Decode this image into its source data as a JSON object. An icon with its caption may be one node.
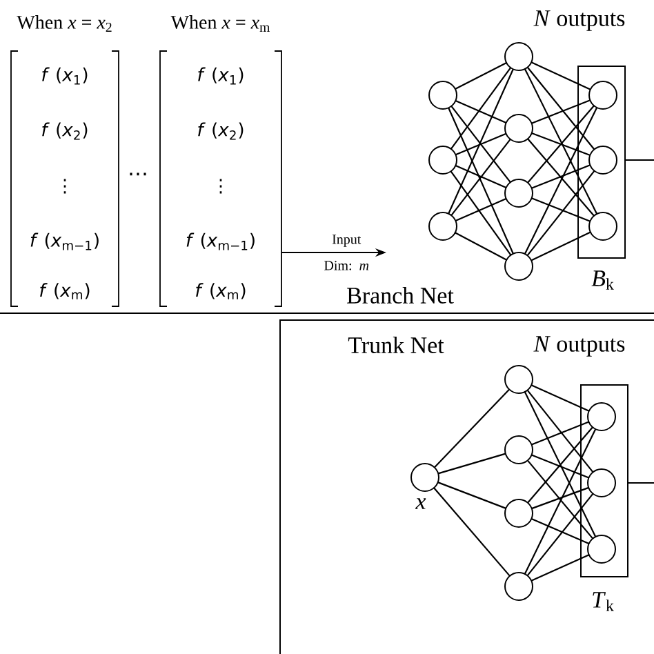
{
  "diagram": {
    "nodes": [
      {
        "text": [
          "When *x* = *x*$_{2}$",
          "*f* (*x*$_{1}$)",
          "*f* (*x*$_{2}$)",
          "⋮",
          "*f* (*x*$_{m−1}$)",
          "*f* (*x*$_{m}$)"
        ]
      },
      {
        "text": [
          "When *x* = *x*$_{m}$",
          "*f* (*x*$_{1}$)",
          "*f* (*x*$_{2}$)",
          "⋮",
          "*f* (*x*$_{m−1}$)",
          "*f* (*x*$_{m}$)"
        ]
      },
      {
        "text": [
          "*N* outputs",
          "*B*$_{k}$"
        ]
      },
      {
        "text": [],
        "shape": "circle"
      },
      {
        "text": [],
        "shape": "circle"
      },
      {
        "text": [],
        "shape": "circle"
      },
      {
        "text": [],
        "shape": "circle"
      },
      {
        "text": [],
        "shape": "circle"
      },
      {
        "text": [],
        "shape": "circle"
      },
      {
        "text": [],
        "shape": "circle"
      },
      {
        "text": [],
        "shape": "circle",
        "in": 2
      },
      {
        "text": [],
        "shape": "circle",
        "in": 2
      },
      {
        "text": [],
        "shape": "circle",
        "in": 2
      },
      {
        "text": [
          "Trunk Net"
        ]
      },
      {
        "text": [
          "*N* outputs",
          "*T*$_{k}$"
        ],
        "in": 13
      },
      {
        "text": [],
        "shape": "circle",
        "beside": [
          "*x*"
        ],
        "in": 13
      },
      {
        "text": [],
        "shape": "circle",
        "in": 13
      },
      {
        "text": [],
        "shape": "circle",
        "in": 13
      },
      {
        "text": [],
        "shape": "circle",
        "in": 13
      },
      {
        "text": [],
        "shape": "circle",
        "in": 13
      },
      {
        "text": [],
        "shape": "circle",
        "in": 14
      },
      {
        "text": [],
        "shape": "circle",
        "in": 14
      },
      {
        "text": [],
        "shape": "circle",
        "in": 14
      }
    ],
    "edges": [
      {
        "from": 1,
        "to": null,
        "arrow": "to",
        "label": "Input Dim: *m*"
      },
      {
        "from": 3,
        "to": 6,
        "arrow": "none"
      },
      {
        "from": 3,
        "to": 7,
        "arrow": "none"
      },
      {
        "from": 3,
        "to": 8,
        "arrow": "none"
      },
      {
        "from": 3,
        "to": 9,
        "arrow": "none"
      },
      {
        "from": 4,
        "to": 6,
        "arrow": "none"
      },
      {
        "from": 4,
        "to": 7,
        "arrow": "none"
      },
      {
        "from": 4,
        "to": 8,
        "arrow": "none"
      },
      {
        "from": 4,
        "to": 9,
        "arrow": "none"
      },
      {
        "from": 5,
        "to": 6,
        "arrow": "none"
      },
      {
        "from": 5,
        "to": 7,
        "arrow": "none"
      },
      {
        "from": 5,
        "to": 8,
        "arrow": "none"
      },
      {
        "from": 5,
        "to": 9,
        "arrow": "none"
      },
      {
        "from": 6,
        "to": 10,
        "arrow": "none"
      },
      {
        "from": 6,
        "to": 11,
        "arrow": "none"
      },
      {
        "from": 6,
        "to": 12,
        "arrow": "none"
      },
      {
        "from": 7,
        "to": 10,
        "arrow": "none"
      },
      {
        "from": 7,
        "to": 11,
        "arrow": "none"
      },
      {
        "from": 7,
        "to": 12,
        "arrow": "none"
      },
      {
        "from": 8,
        "to": 10,
        "arrow": "none"
      },
      {
        "from": 8,
        "to": 11,
        "arrow": "none"
      },
      {
        "from": 8,
        "to": 12,
        "arrow": "none"
      },
      {
        "from": 9,
        "to": 10,
        "arrow": "none"
      },
      {
        "from": 9,
        "to": 11,
        "arrow": "none"
      },
      {
        "from": 9,
        "to": 12,
        "arrow": "none"
      },
      {
        "from": 2,
        "to": null,
        "arrow": "none"
      },
      {
        "from": 15,
        "to": 16,
        "arrow": "none"
      },
      {
        "from": 15,
        "to": 17,
        "arrow": "none"
      },
      {
        "from": 15,
        "to": 18,
        "arrow": "none"
      },
      {
        "from": 15,
        "to": 19,
        "arrow": "none"
      },
      {
        "from": 16,
        "to": 20,
        "arrow": "none"
      },
      {
        "from": 16,
        "to": 21,
        "arrow": "none"
      },
      {
        "from": 16,
        "to": 22,
        "arrow": "none"
      },
      {
        "from": 17,
        "to": 20,
        "arrow": "none"
      },
      {
        "from": 17,
        "to": 21,
        "arrow": "none"
      },
      {
        "from": 17,
        "to": 22,
        "arrow": "none"
      },
      {
        "from": 18,
        "to": 20,
        "arrow": "none"
      },
      {
        "from": 18,
        "to": 21,
        "arrow": "none"
      },
      {
        "from": 18,
        "to": 22,
        "arrow": "none"
      },
      {
        "from": 19,
        "to": 20,
        "arrow": "none"
      },
      {
        "from": 19,
        "to": 21,
        "arrow": "none"
      },
      {
        "from": 19,
        "to": 22,
        "arrow": "none"
      },
      {
        "from": 14,
        "to": null,
        "arrow": "none"
      }
    ],
    "labels": [
      "⋯",
      "Branch Net"
    ]
  }
}
